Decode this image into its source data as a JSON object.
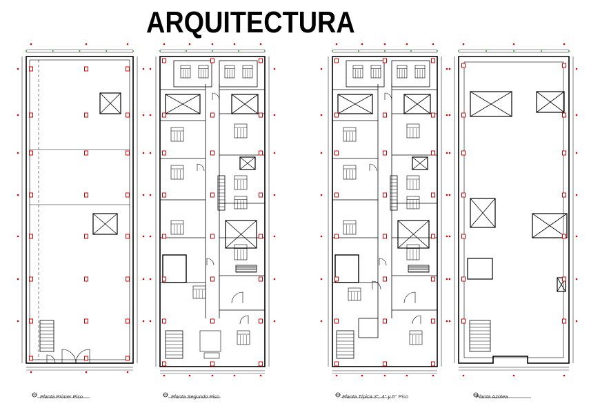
{
  "title": "ARQUITECTURA",
  "colors": {
    "line": "#000000",
    "column": "#d40000",
    "axis_marker": "#1a9a1a",
    "background": "#ffffff"
  },
  "plans": [
    {
      "caption": "Planta Primer Piso"
    },
    {
      "caption": "Planta Segundo Piso"
    },
    {
      "caption": "Planta Típica 3°, 4° y 5° Piso"
    },
    {
      "caption": "Planta Azotea"
    }
  ]
}
